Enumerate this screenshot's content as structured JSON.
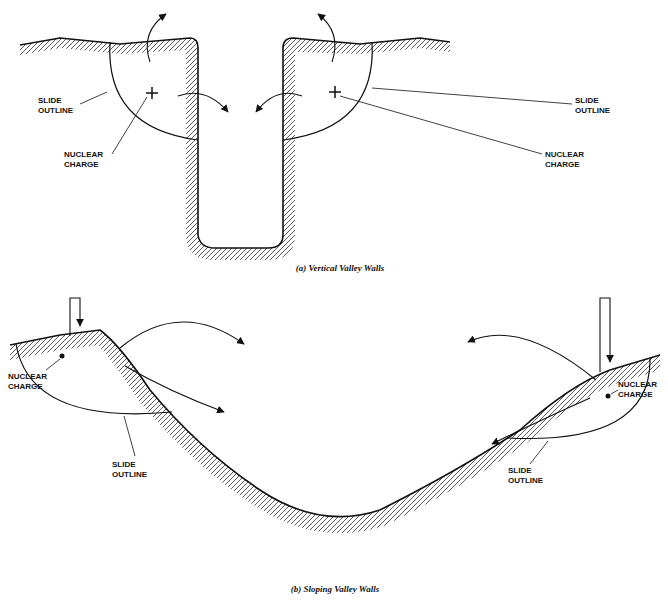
{
  "diagram": {
    "labels": [
      "SLIDE OUTLINE",
      "SLIDE OUTLINE",
      "NUCLEAR CHARGE",
      "NUCLEAR CHARGE",
      "(a) Vertical Valley Walls",
      "NUCLEAR CHARGE",
      "SLIDE OUTLINE",
      "NUCLEAR CHARGE",
      "SLIDE OUTLINE",
      "(b) Sloping Valley Walls"
    ]
  }
}
